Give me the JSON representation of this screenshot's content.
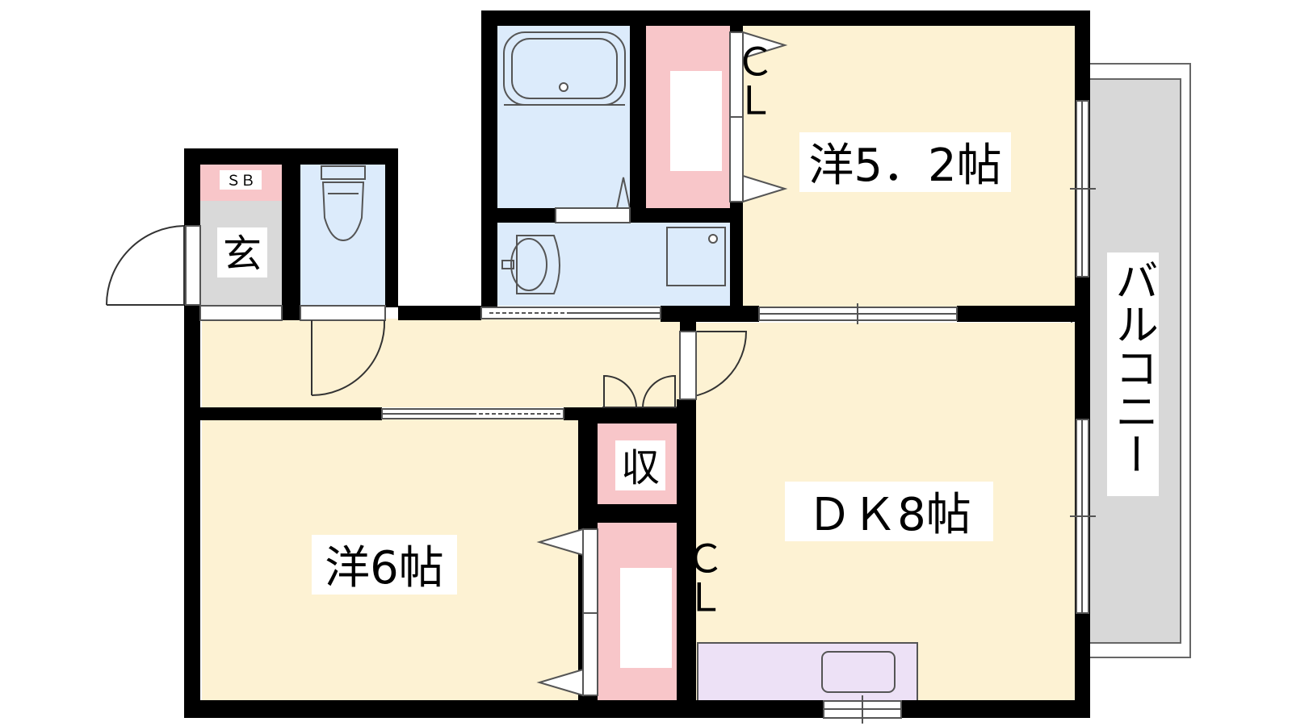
{
  "colors": {
    "room": "#fdf2d3",
    "wet": "#dcebfb",
    "closet": "#f8c6c9",
    "entry": "#d9d9d9",
    "balcony": "#d8d8d8",
    "kitchen": "#ede1f6",
    "wall": "#000000",
    "line": "#666666"
  },
  "labels": {
    "room_5_2": "洋5．2帖",
    "room_6": "洋6帖",
    "dk_8": "ＤＫ8帖",
    "closet_top": "ＣＬ",
    "closet_bottom": "ＣＬ",
    "storage": "収",
    "genkan": "玄",
    "shoe_box": "ＳＢ",
    "balcony": "バルコニー"
  }
}
